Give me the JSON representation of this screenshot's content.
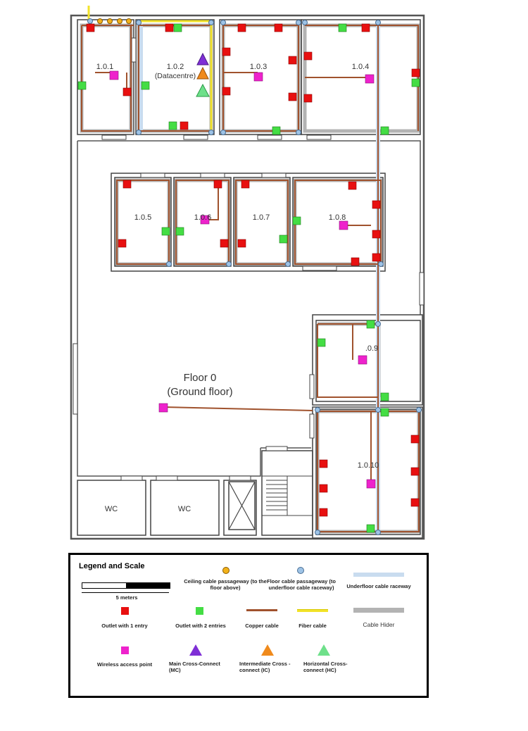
{
  "rooms": [
    {
      "id": "room-1-0-1",
      "label": "1.0.1"
    },
    {
      "id": "room-1-0-2",
      "label": "1.0.2"
    },
    {
      "id": "room-1-0-3",
      "label": "1.0.3"
    },
    {
      "id": "room-1-0-4",
      "label": "1.0.4"
    },
    {
      "id": "room-1-0-5",
      "label": "1.0.5"
    },
    {
      "id": "room-1-0-6",
      "label": "1.0.6"
    },
    {
      "id": "room-1-0-7",
      "label": "1.0.7"
    },
    {
      "id": "room-1-0-8",
      "label": "1.0.8"
    },
    {
      "id": "room-1-0-9",
      "label": ".0.9"
    },
    {
      "id": "room-1-0-10",
      "label": "1.0.10"
    }
  ],
  "datacentre_label": "(Datacentre)",
  "floor_label_line1": "Floor 0",
  "floor_label_line2": "(Ground floor)",
  "wc_labels": [
    "WC",
    "WC"
  ],
  "legend": {
    "title": "Legend and Scale",
    "scale_label": "5 meters",
    "ceiling_passageway": "Ceiling cable passageway (to the floor above)",
    "floor_passageway": "Floor cable passageway (to underfloor cable raceway)",
    "underfloor_raceway": "Underfloor cable raceway",
    "outlet_1": "Outlet with 1 entry",
    "outlet_2": "Outlet with 2 entries",
    "copper": "Copper cable",
    "fiber": "Fiber cable",
    "cable_hider": "Cable Hider",
    "wap": "Wireless access point",
    "mc": "Main Cross-Connect (MC)",
    "ic": "Intermediate Cross - connect (IC)",
    "hc": "Horizontal Cross-connect (HC)"
  },
  "colors": {
    "outlet_1": "#e81010",
    "outlet_2": "#44dd44",
    "wap": "#ee22cc",
    "copper": "#a0522d",
    "fiber": "#f2e32a",
    "raceway": "#c9dcef",
    "hider": "#b3b3b3",
    "mc": "#7f2fd6",
    "ic": "#f08a1c",
    "hc": "#6ee08a",
    "ceiling": "#f2b21a",
    "floor_pass": "#9ec3e6"
  }
}
